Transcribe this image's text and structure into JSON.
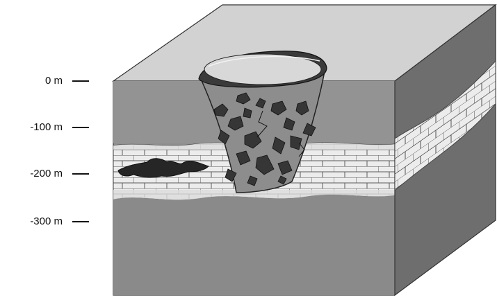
{
  "depth_scale": {
    "labels": [
      "0 m",
      "-100 m",
      "-200 m",
      "-300 m"
    ]
  },
  "colors": {
    "top_surface": "#d2d2d2",
    "front_face": "#8c8c8c",
    "right_face": "#6e6e6e",
    "limestone_band": "#e8e8e8",
    "breccia_pipe_fill": "#8a8a8a",
    "breccia_fragments": "#3a3a3a",
    "ore_body": "#262626"
  },
  "features": [
    {
      "name": "block-diagram",
      "icon": "cube"
    },
    {
      "name": "breccia-pipe",
      "icon": "funnel"
    },
    {
      "name": "limestone-layer",
      "icon": "brick-pattern"
    },
    {
      "name": "ore-lens",
      "icon": "blob"
    }
  ]
}
